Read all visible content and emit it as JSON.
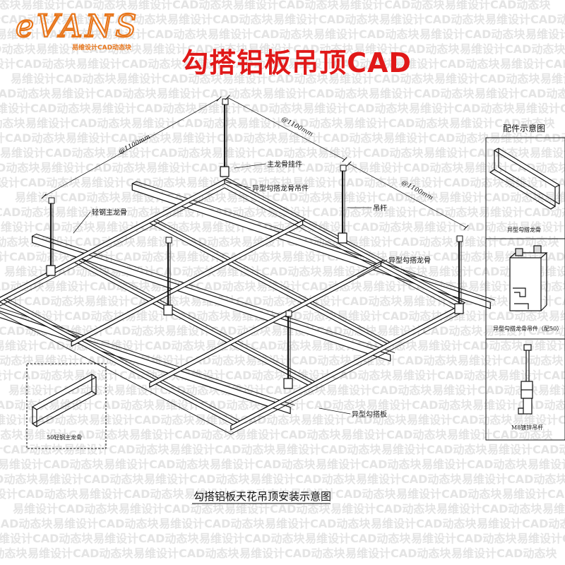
{
  "brand": {
    "logo_text": "eVANS",
    "tagline": "易维设计CAD动态块",
    "color": "#e8751a"
  },
  "title": "勾搭铝板吊顶CAD",
  "title_color": "#e01818",
  "watermark": "易维设计CAD动态块",
  "dimensions": {
    "left": "@1100mm",
    "top": "@1100mm",
    "right": "@1100mm"
  },
  "labels": {
    "main_runner_hanger": "主龙骨挂件",
    "special_hook_runner_hanger": "异型勾搭龙骨吊件",
    "light_steel_main_runner": "轻钢主龙骨",
    "hanger_rod": "吊杆",
    "special_hook_runner": "异型勾搭龙骨",
    "special_hook_panel": "异型勾搭板"
  },
  "main_caption": "勾搭铝板天花吊顶安装示意图",
  "accessories": {
    "title": "配件示意图",
    "items": [
      {
        "caption": "异型勾搭龙骨"
      },
      {
        "caption": "异型勾搭龙骨吊件（配50）"
      },
      {
        "caption": "M8镀锌吊杆"
      }
    ]
  },
  "left_detail": {
    "caption": "50轻钢主龙骨"
  }
}
